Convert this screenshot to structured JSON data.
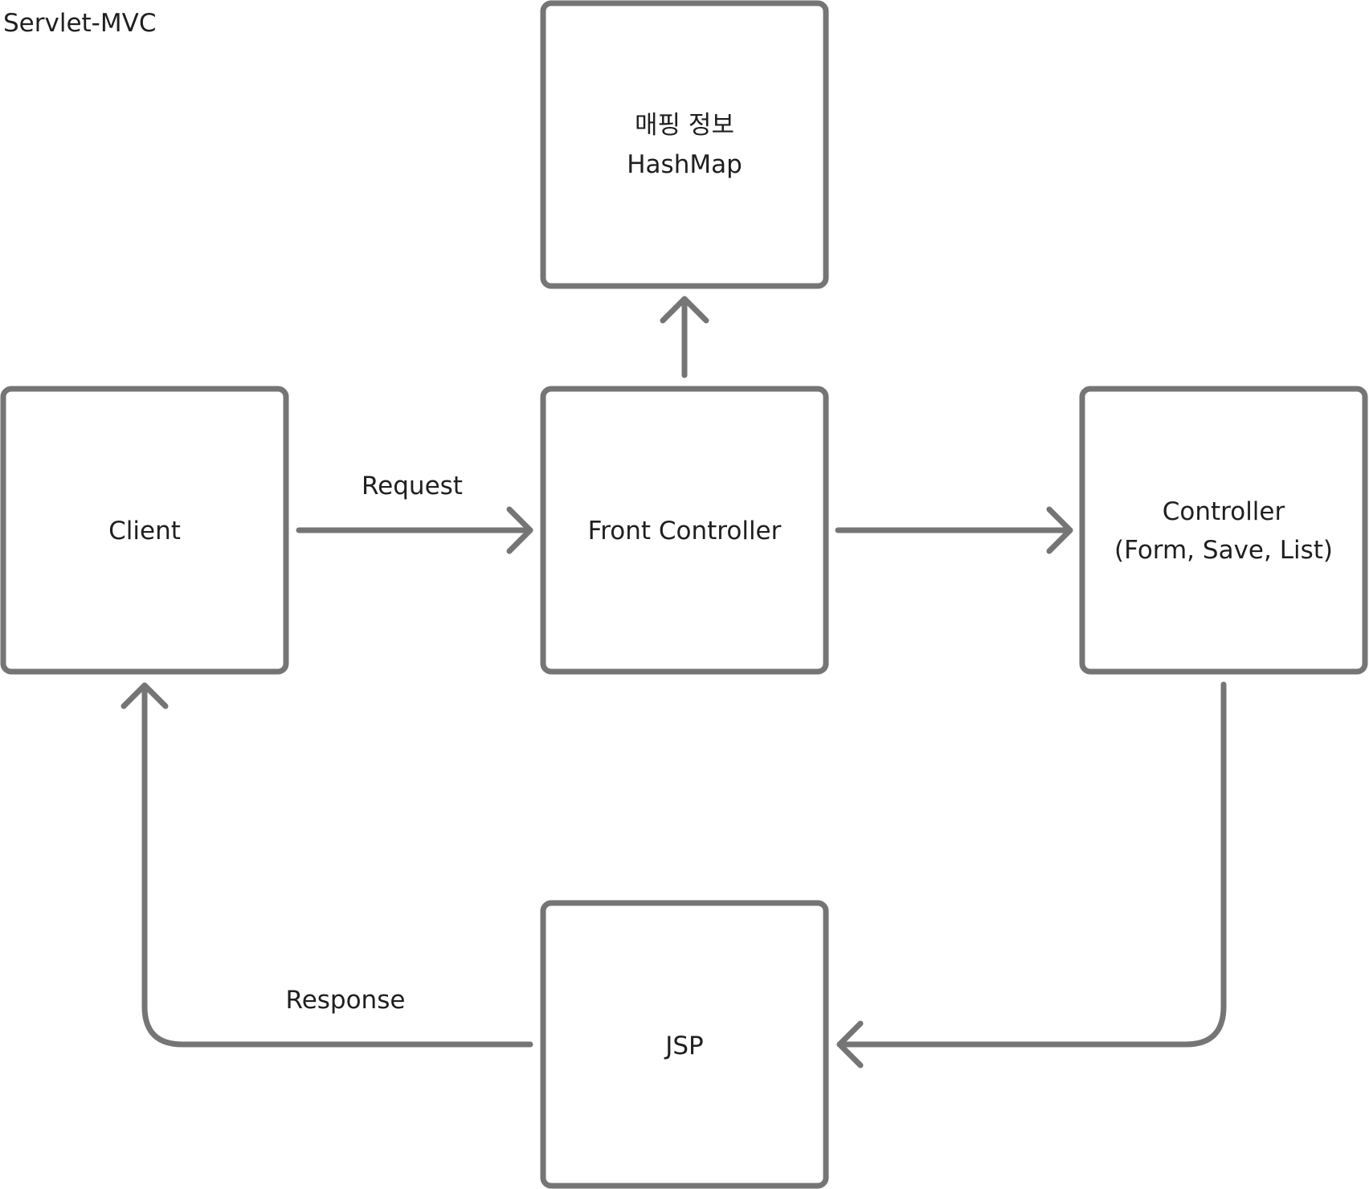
{
  "diagram": {
    "title": "Servlet-MVC",
    "nodes": {
      "mapping": {
        "line1": "매핑 정보",
        "line2": "HashMap"
      },
      "client": {
        "label": "Client"
      },
      "front_controller": {
        "label": "Front Controller"
      },
      "controller": {
        "line1": "Controller",
        "line2": "(Form, Save, List)"
      },
      "jsp": {
        "label": "JSP"
      }
    },
    "edges": {
      "request": {
        "label": "Request"
      },
      "response": {
        "label": "Response"
      }
    },
    "stroke_color": "#757575",
    "text_color": "#1f1f1f"
  }
}
